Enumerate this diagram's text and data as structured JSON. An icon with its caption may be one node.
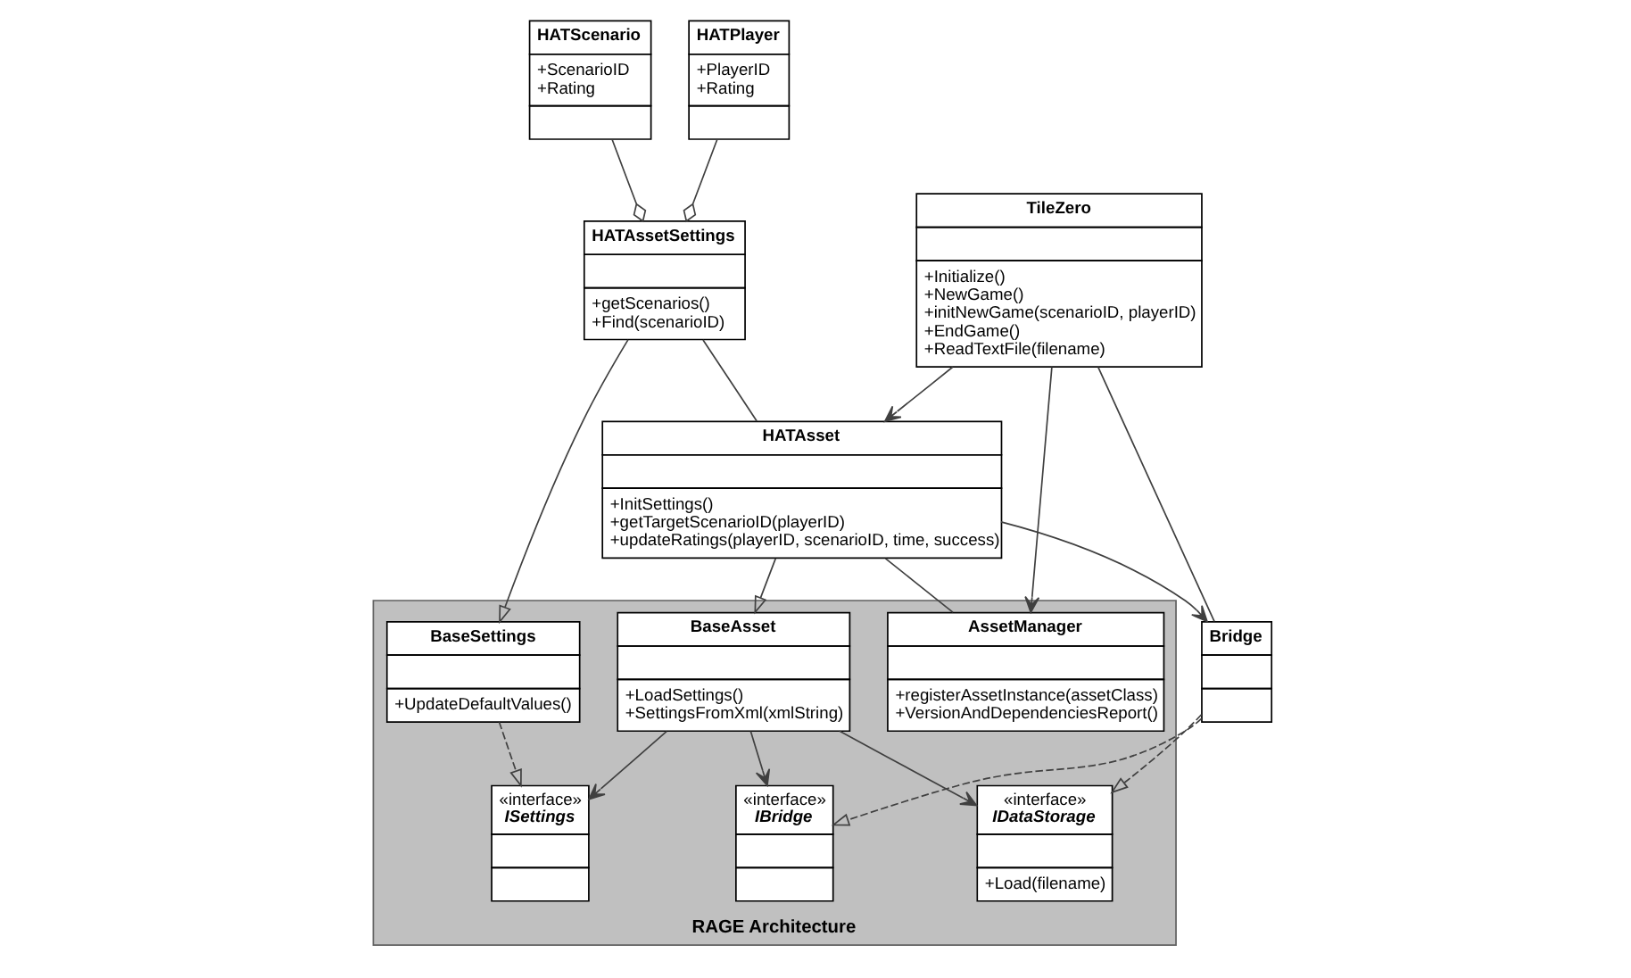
{
  "diagram": {
    "nodes": [
      {
        "text": [
          "RAGE Architecture"
        ]
      },
      {
        "text": [
          "HATScenario",
          "+ScenarioID",
          "+Rating"
        ]
      },
      {
        "text": [
          "HATPlayer",
          "+PlayerID",
          "+Rating"
        ]
      },
      {
        "text": [
          "HATAssetSettings",
          "+getScenarios()",
          "+Find(scenarioID)"
        ]
      },
      {
        "text": [
          "HATAsset",
          "+InitSettings()",
          "+getTargetScenarioID(playerID)",
          "+updateRatings(playerID, scenarioID, time, success)"
        ]
      },
      {
        "text": [
          "BaseSettings",
          "+UpdateDefaultValues()"
        ],
        "in": 0
      },
      {
        "text": [
          "«interface»",
          "ISettings"
        ],
        "in": 0
      },
      {
        "text": [
          "BaseAsset",
          "+LoadSettings()",
          "+SettingsFromXml(xmlString)"
        ],
        "in": 0
      },
      {
        "text": [
          "AssetManager",
          "+registerAssetInstance(assetClass)",
          "+VersionAndDependenciesReport()"
        ],
        "in": 0
      },
      {
        "text": [
          "«interface»",
          "IDataStorage",
          "+Load(filename)"
        ],
        "in": 0
      },
      {
        "text": [
          "«interface»",
          "IBridge"
        ],
        "in": 0
      },
      {
        "text": [
          "TileZero",
          "+Initialize()",
          "+NewGame()",
          "+initNewGame(scenarioID, playerID)",
          "+EndGame()",
          "+ReadTextFile(filename)"
        ]
      },
      {
        "text": [
          "Bridge"
        ]
      }
    ],
    "edges": [
      {
        "from": 1,
        "to": 3,
        "arrow": "other"
      },
      {
        "from": 2,
        "to": 3,
        "arrow": "other"
      },
      {
        "from": 3,
        "to": 4,
        "arrow": "none"
      },
      {
        "from": 3,
        "to": 5,
        "arrow": "to"
      },
      {
        "from": 5,
        "to": 6,
        "arrow": "to",
        "style": "dashed"
      },
      {
        "from": 4,
        "to": 7,
        "arrow": "to"
      },
      {
        "from": 7,
        "to": 6,
        "arrow": "to"
      },
      {
        "from": 7,
        "to": 9,
        "arrow": "to"
      },
      {
        "from": 7,
        "to": 10,
        "arrow": "to"
      },
      {
        "from": 4,
        "to": 8,
        "arrow": "none"
      },
      {
        "from": 11,
        "to": 4,
        "arrow": "to"
      },
      {
        "from": 11,
        "to": 8,
        "arrow": "to"
      },
      {
        "from": 11,
        "to": 12,
        "arrow": "none"
      },
      {
        "from": 4,
        "to": 12,
        "arrow": "to"
      },
      {
        "from": 12,
        "to": 9,
        "arrow": "to",
        "style": "dashed"
      },
      {
        "from": 12,
        "to": 10,
        "arrow": "to",
        "style": "dashed"
      }
    ]
  }
}
